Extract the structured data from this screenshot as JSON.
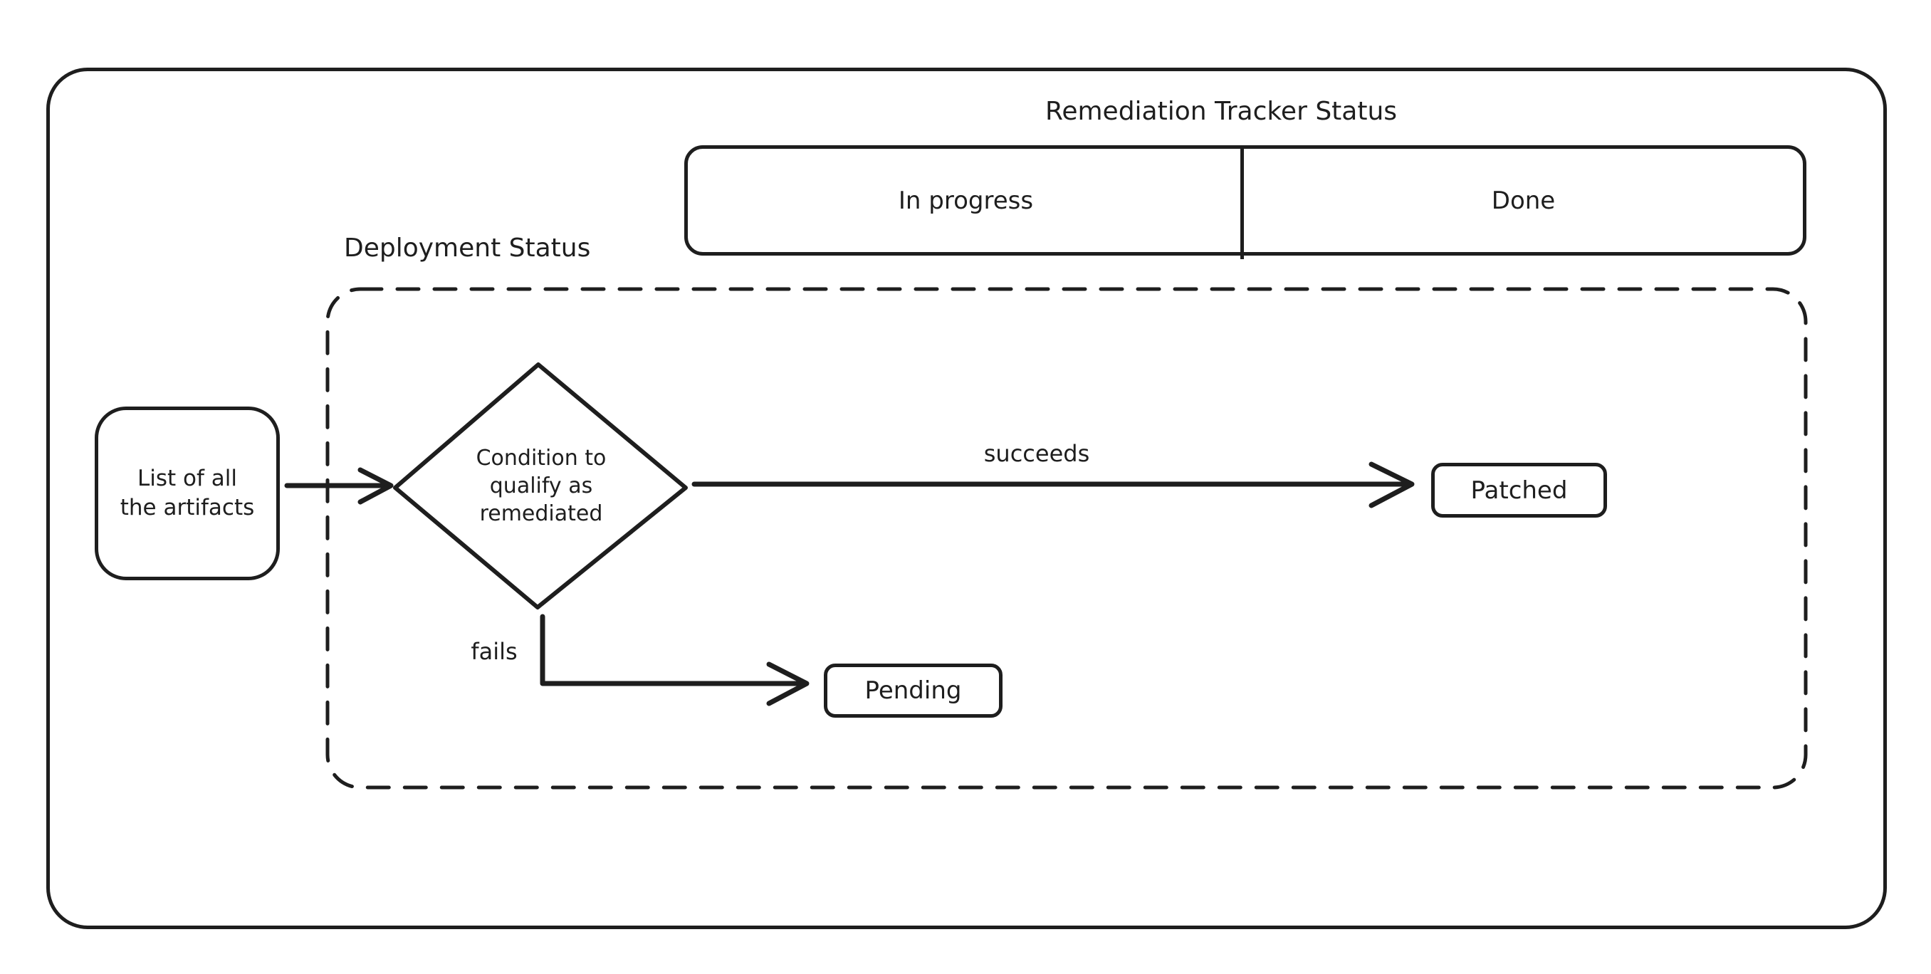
{
  "colors": {
    "stroke": "#1e1e1e",
    "background": "#ffffff"
  },
  "tracker": {
    "title": "Remediation Tracker Status",
    "columns": [
      "In progress",
      "Done"
    ]
  },
  "deployment": {
    "label": "Deployment Status"
  },
  "nodes": {
    "artifacts": {
      "text": "List of all\nthe artifacts"
    },
    "condition": {
      "text": "Condition to\nqualify as\nremediated"
    },
    "patched": {
      "label": "Patched"
    },
    "pending": {
      "label": "Pending"
    }
  },
  "edges": {
    "succeeds": {
      "label": "succeeds"
    },
    "fails": {
      "label": "fails"
    }
  }
}
